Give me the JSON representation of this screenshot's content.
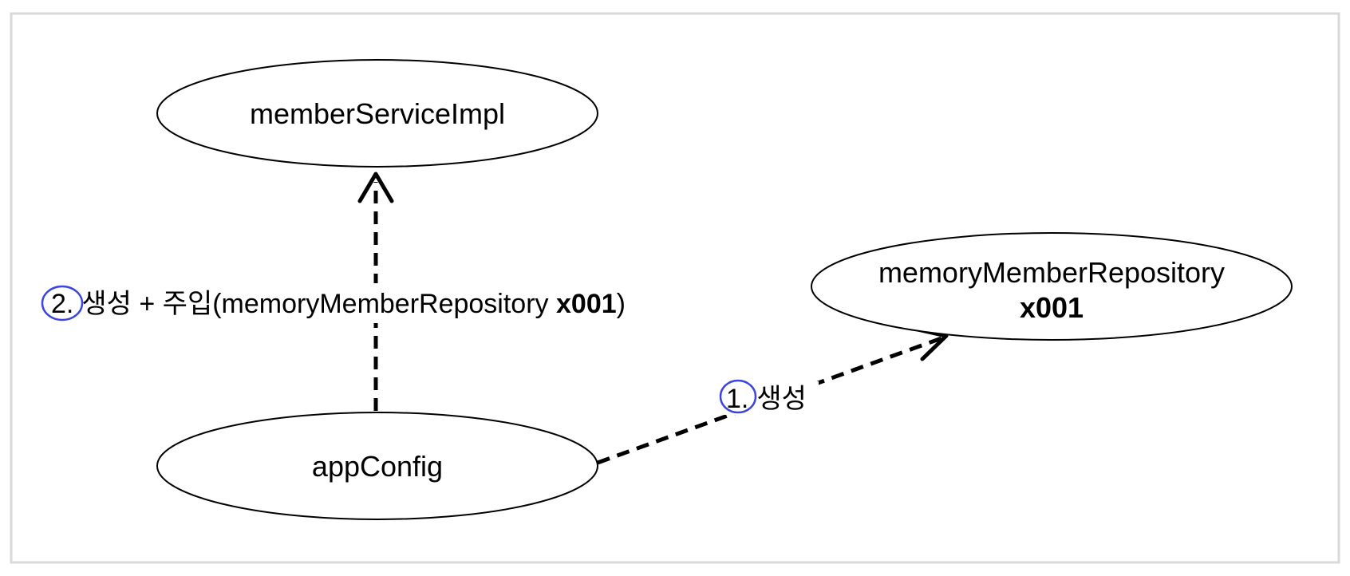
{
  "nodes": {
    "member_service_impl": {
      "label": "memberServiceImpl"
    },
    "memory_member_repository": {
      "label": "memoryMemberRepository",
      "sub_label": "x001"
    },
    "app_config": {
      "label": "appConfig"
    }
  },
  "edges": {
    "inject": {
      "number": "2.",
      "text": "생성 + 주입(memoryMemberRepository ",
      "bold_text": "x001",
      "suffix": ")"
    },
    "create": {
      "number": "1.",
      "text": "생성"
    }
  },
  "colors": {
    "frame_border": "#d9d9d9",
    "stroke": "#000000",
    "annotation": "#3b46e0"
  }
}
